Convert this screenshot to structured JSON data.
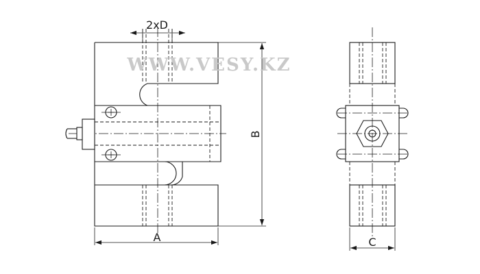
{
  "watermark": "WWW.VESY.KZ",
  "dimensions": {
    "hole_spec": "2xD",
    "width": "A",
    "height": "B",
    "depth": "C"
  }
}
